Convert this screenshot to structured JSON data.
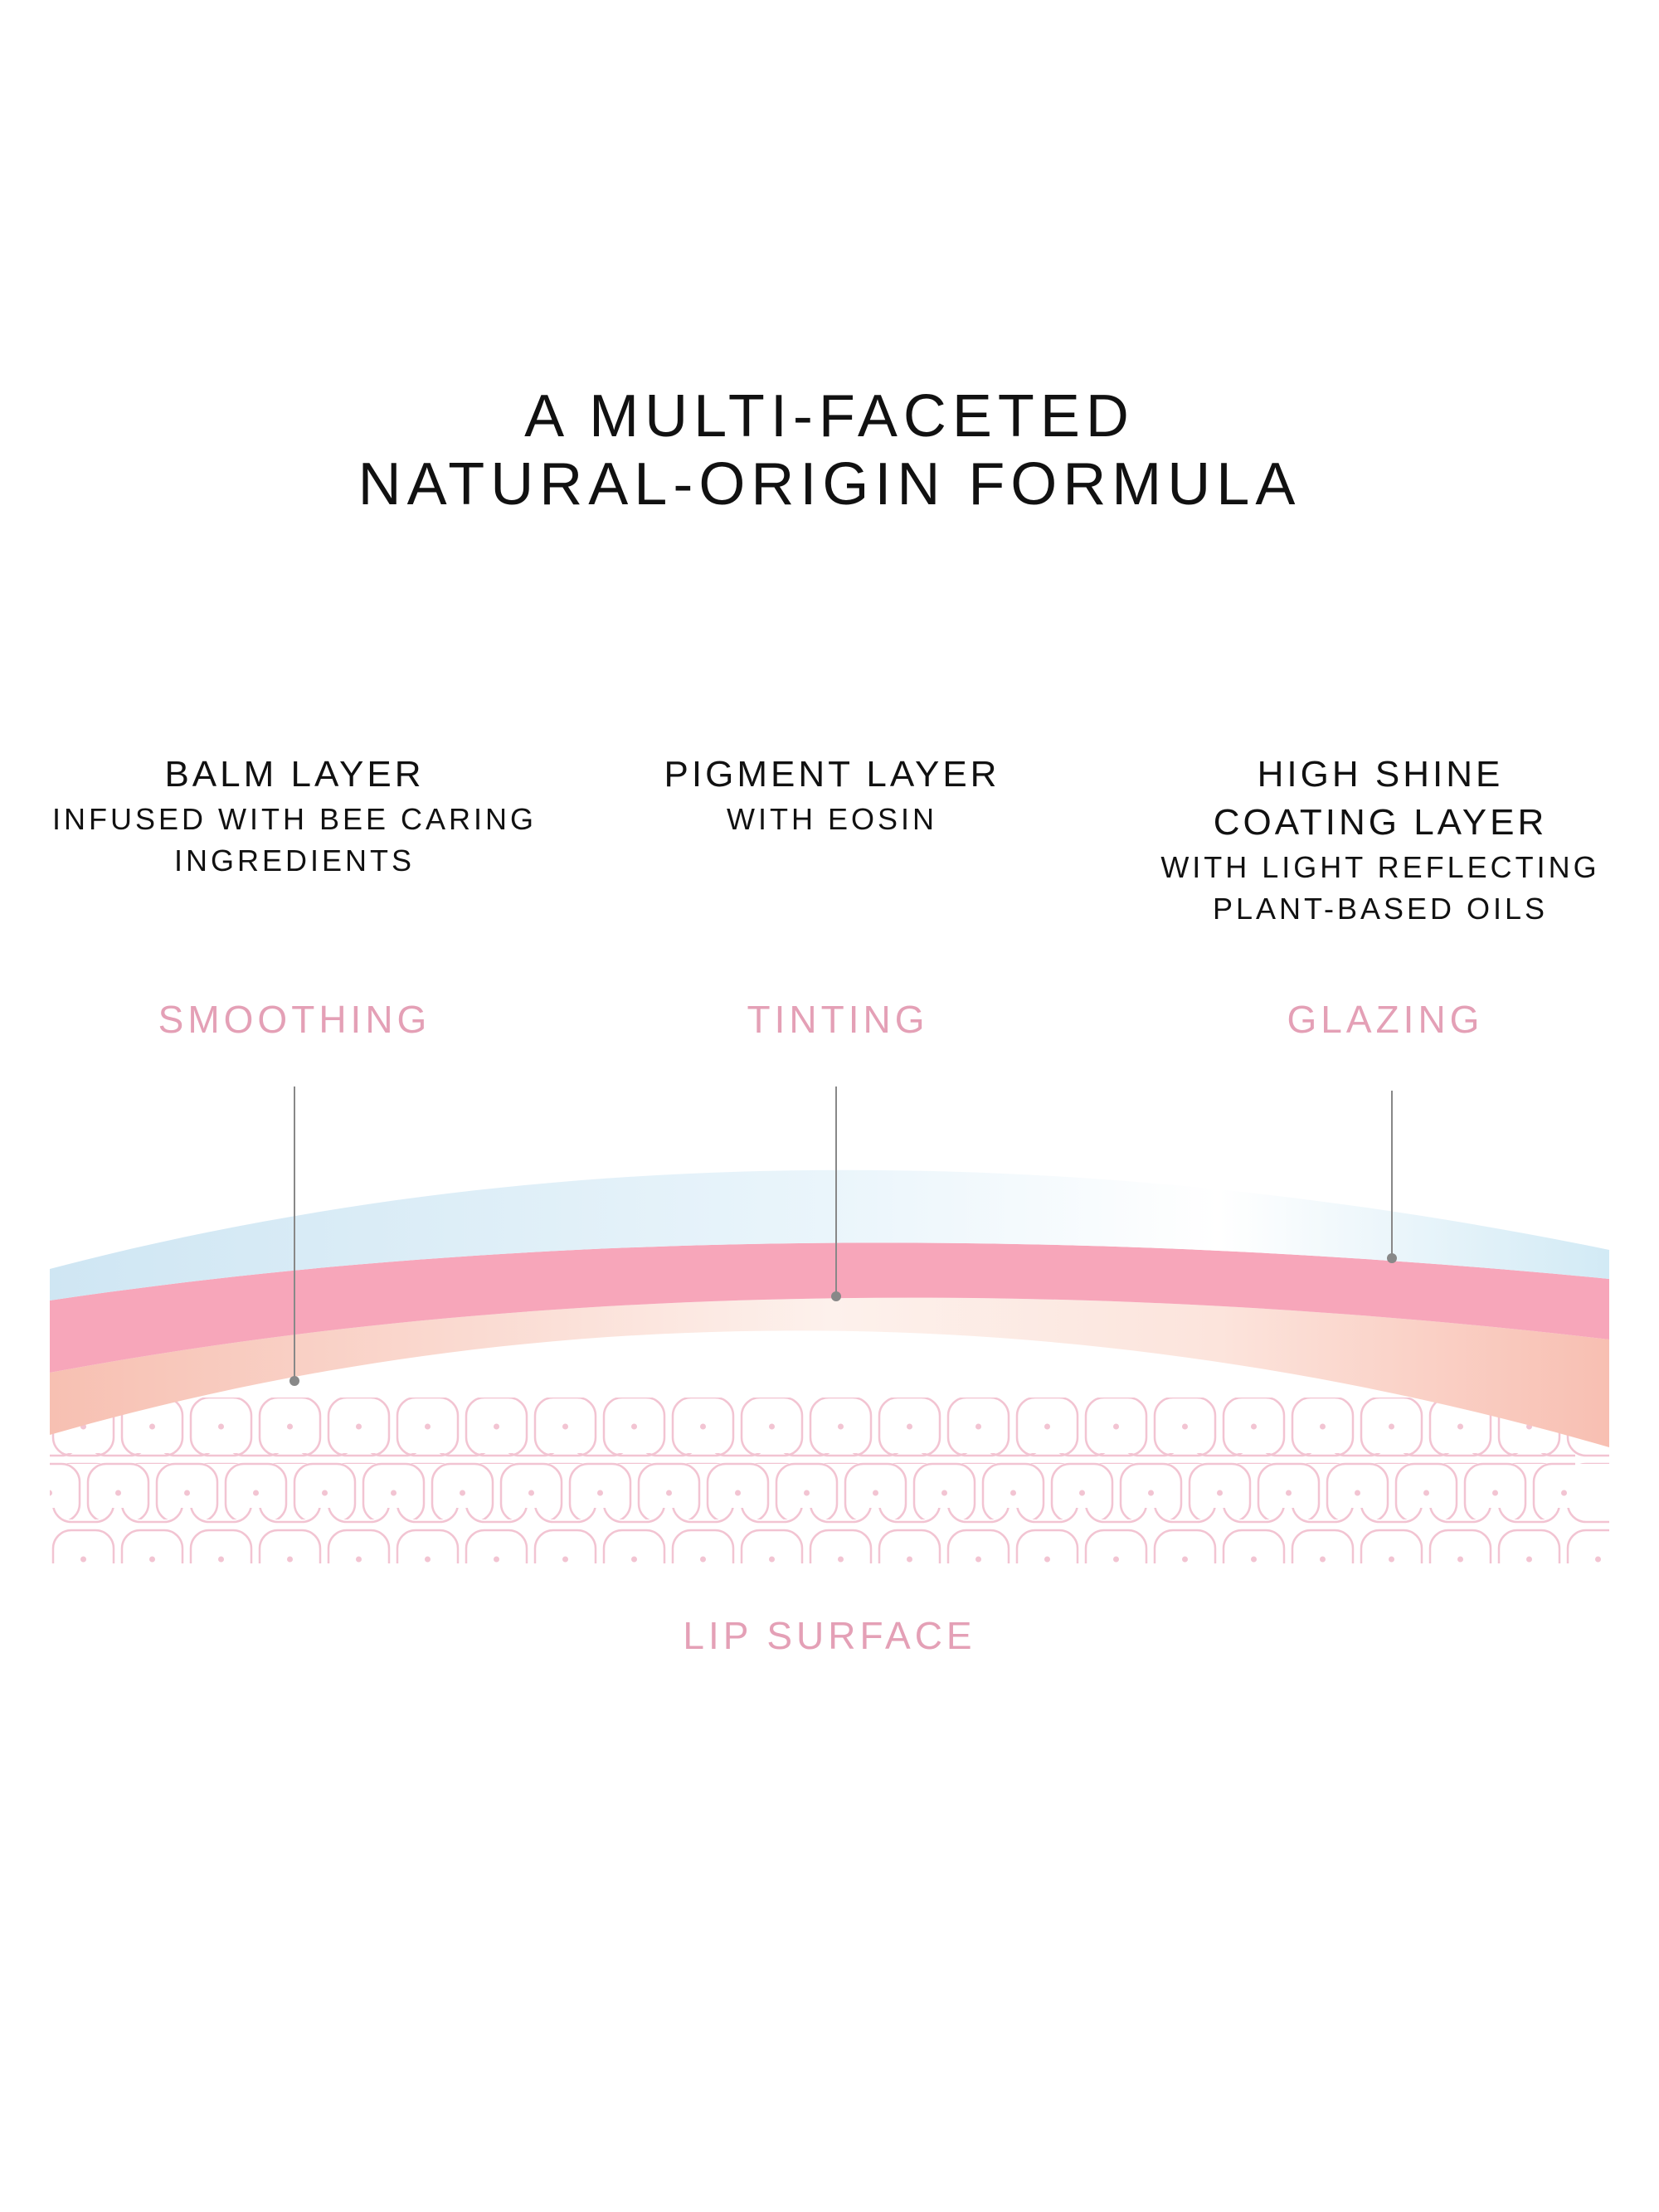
{
  "title": {
    "line1": "A MULTI-FACETED",
    "line2": "NATURAL-ORIGIN FORMULA"
  },
  "layers": [
    {
      "heading": [
        "BALM LAYER"
      ],
      "description": [
        "INFUSED WITH BEE CARING",
        "INGREDIENTS"
      ],
      "benefit": "SMOOTHING"
    },
    {
      "heading": [
        "PIGMENT LAYER"
      ],
      "description": [
        "WITH EOSIN"
      ],
      "benefit": "TINTING"
    },
    {
      "heading": [
        "HIGH SHINE",
        "COATING LAYER"
      ],
      "description": [
        "WITH LIGHT REFLECTING",
        "PLANT-BASED OILS"
      ],
      "benefit": "GLAZING"
    }
  ],
  "surface_label": "LIP SURFACE",
  "colors": {
    "shine_layer": "#cfe6f3",
    "pigment_layer": "#f7a6ba",
    "balm_layer": "#f7c4b8",
    "cells": "#f2c4d2",
    "benefit_text": "#e4a0b6",
    "pointer": "#888888"
  }
}
